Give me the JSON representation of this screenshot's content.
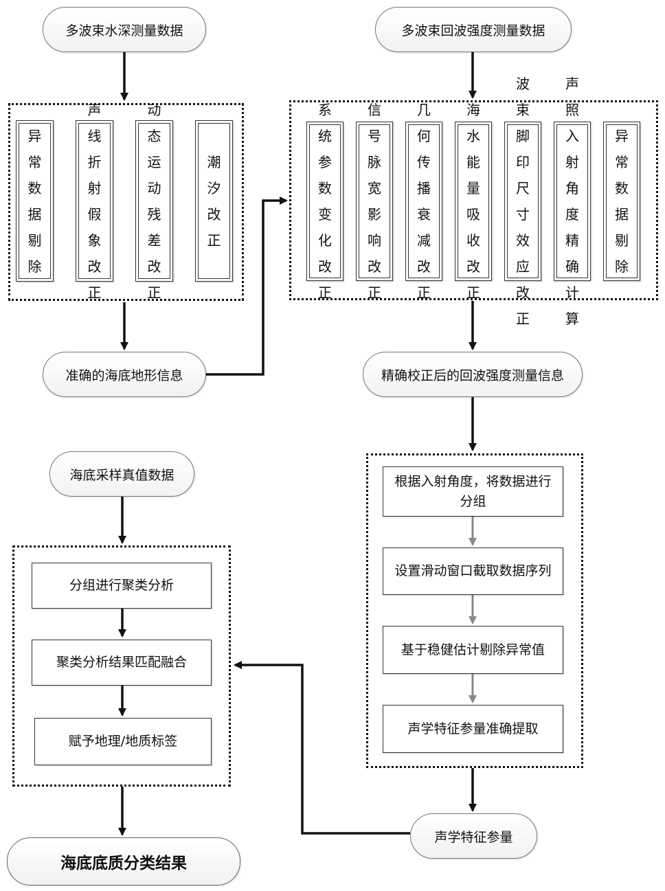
{
  "top_left": {
    "title": "多波束水深测量数据"
  },
  "top_right": {
    "title": "多波束回波强度测量数据"
  },
  "bathy_steps": [
    "异常数据剔除",
    "声线折射假象改正",
    "动态运动残差改正",
    "潮汐改正"
  ],
  "backscatter_steps": [
    "系统参数变化改正",
    "信号脉宽影响改正",
    "几何传播衰减改正",
    "海水能量吸收改正",
    "波束脚印尺寸效应改正",
    "声照入射角度精确计算",
    "异常数据剔除"
  ],
  "terrain_info": "准确的海底地形信息",
  "corrected_info": "精确校正后的回波强度测量信息",
  "feature_steps": [
    "根据入射角度，将数据进行分组",
    "设置滑动窗口截取数据序列",
    "基于稳健估计剔除异常值",
    "声学特征参量准确提取"
  ],
  "acoustic_params": "声学特征参量",
  "sampling_data": "海底采样真值数据",
  "cluster_steps": [
    "分组进行聚类分析",
    "聚类分析结果匹配融合",
    "赋予地理/地质标签"
  ],
  "result": "海底底质分类结果",
  "colors": {
    "line": "#111111",
    "gray_arrow": "#888888",
    "border": "#333333"
  }
}
